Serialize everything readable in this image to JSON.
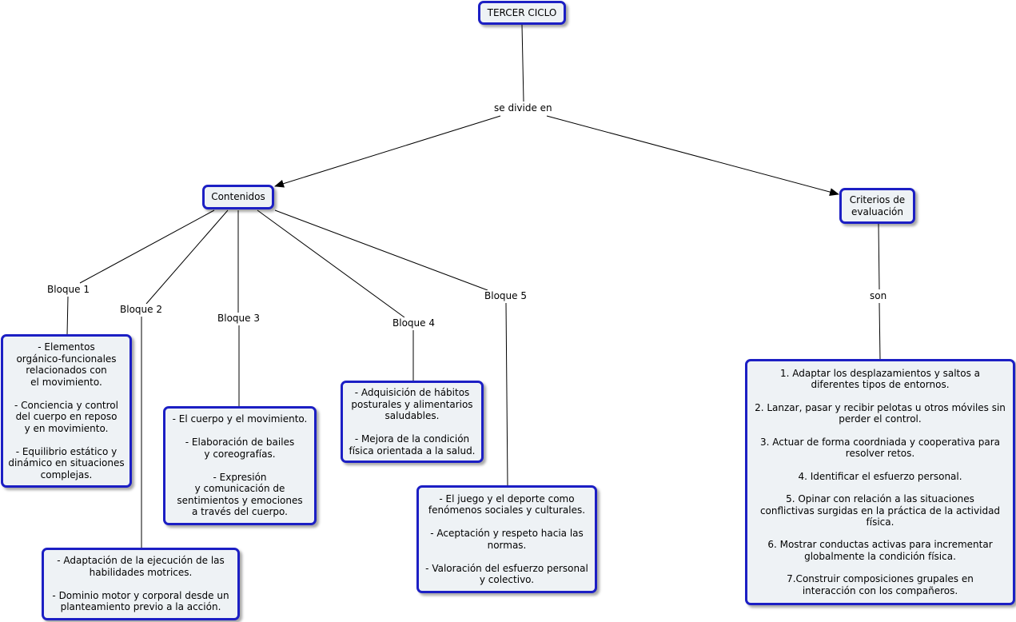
{
  "colors": {
    "node_border": "#1c1fc4",
    "node_fill": "#eef2f5",
    "line": "#000000"
  },
  "nodes": {
    "root": "TERCER CICLO",
    "contenidos": "Contenidos",
    "criterios": "Criterios de\nevaluación",
    "bloque1_box": "- Elementos\norgánico-funcionales\nrelacionados con\nel movimiento.\n\n- Conciencia y control\ndel cuerpo en reposo\ny en movimiento.\n\n- Equilibrio estático y\ndinámico en situaciones\ncomplejas.",
    "bloque2_box": "- Adaptación de la ejecución de las\nhabilidades motrices.\n\n- Dominio motor y corporal desde un\nplanteamiento previo a la acción.",
    "bloque3_box": "- El cuerpo y el movimiento.\n\n- Elaboración de bailes\ny coreografías.\n\n- Expresión\ny comunicación de\nsentimientos y emociones\na través del  cuerpo.",
    "bloque4_box": "- Adquisición de hábitos\nposturales y alimentarios\nsaludables.\n\n- Mejora de la condición\nfísica orientada a la salud.",
    "bloque5_box": "- El juego y el deporte como\nfenómenos sociales y culturales.\n\n- Aceptación y respeto hacia las\nnormas.\n\n- Valoración del esfuerzo personal\ny colectivo.",
    "criterios_box": "1. Adaptar los desplazamientos y saltos a\ndiferentes tipos de entornos.\n\n2. Lanzar, pasar y recibir pelotas u otros móviles sin\nperder el control.\n\n3. Actuar de forma coordniada y cooperativa para\nresolver retos.\n\n4. Identificar el esfuerzo personal.\n\n5. Opinar con relación a las situaciones\nconflictivas surgidas en la práctica de la actividad\nfísica.\n\n6. Mostrar conductas activas para incrementar\nglobalmente la condición física.\n\n7.Construir composiciones grupales en\ninteracción con los compañeros."
  },
  "links": {
    "se_divide_en": "se divide en",
    "son": "son",
    "bloque1": "Bloque 1",
    "bloque2": "Bloque 2",
    "bloque3": "Bloque 3",
    "bloque4": "Bloque 4",
    "bloque5": "Bloque 5"
  }
}
